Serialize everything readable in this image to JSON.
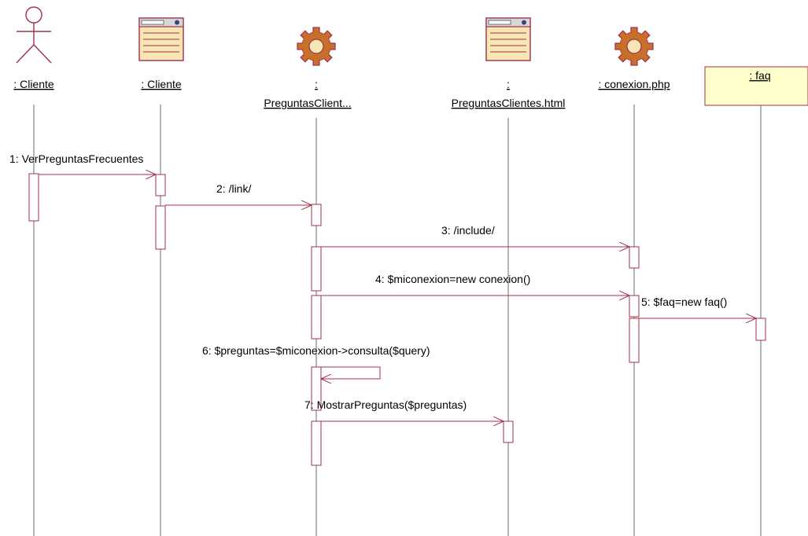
{
  "participants": [
    {
      "id": "actor_cliente",
      "label": ": Cliente",
      "kind": "actor"
    },
    {
      "id": "boundary_cliente",
      "label": ": Cliente",
      "kind": "page"
    },
    {
      "id": "preguntas_php",
      "label_line1": ":",
      "label_line2": "PreguntasClient...",
      "kind": "server-page"
    },
    {
      "id": "preguntas_html",
      "label_line1": ":",
      "label_line2": "PreguntasClientes.html",
      "kind": "page"
    },
    {
      "id": "conexion",
      "label": ": conexion.php",
      "kind": "server-page"
    },
    {
      "id": "faq",
      "label": ": faq",
      "kind": "object"
    }
  ],
  "messages": [
    {
      "label": "1: VerPreguntasFrecuentes"
    },
    {
      "label": "2: /link/"
    },
    {
      "label": "3: /include/"
    },
    {
      "label": "4: $miconexion=new conexion()"
    },
    {
      "label": "5: $faq=new faq()"
    },
    {
      "label": "6: $preguntas=$miconexion->consulta($query)"
    },
    {
      "label": "7: MostrarPreguntas($preguntas)"
    }
  ],
  "colors": {
    "line": "#a0304a",
    "lifeline": "#6e6e6e",
    "object_fill": "#ffffcc",
    "gear_fill": "#c8702a",
    "page_fill": "#f6e6b4"
  },
  "icons": [
    "actor-icon",
    "web-page-icon",
    "gear-icon"
  ]
}
